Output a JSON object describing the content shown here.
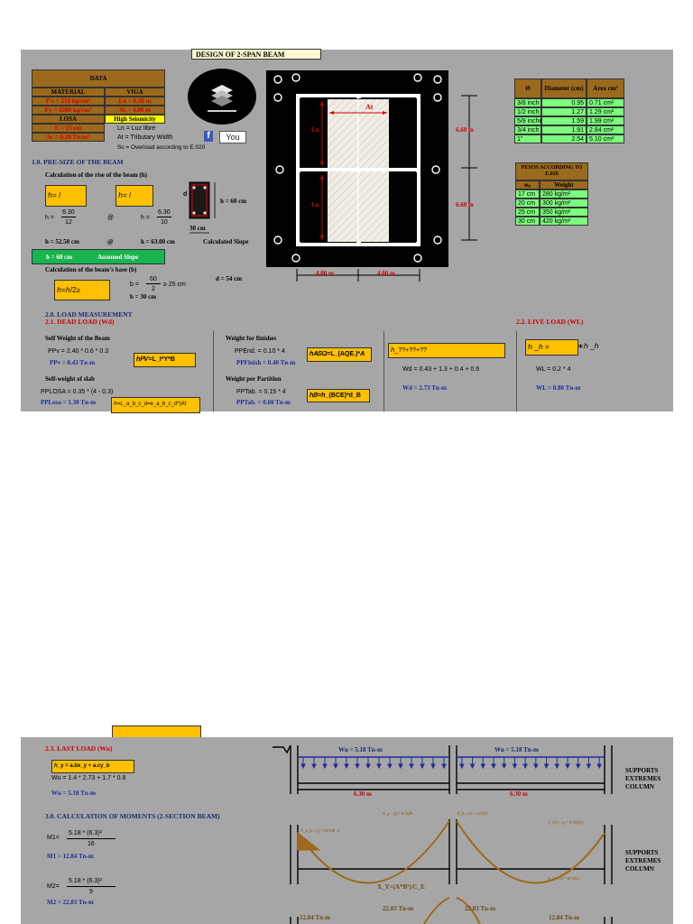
{
  "title": "DESIGN OF 2-SPAN BEAM",
  "data_table": {
    "header": "DATA",
    "col_material": "MATERIAL",
    "col_viga": "VIGA",
    "fc": "F'c = 210 kg/cm²",
    "ln": "Ln = 6.30 m",
    "fy": "Fy = 4200 kg/cm²",
    "at": "At = 4.00 m",
    "losa": "LOSA",
    "seismic": "High Seismicity",
    "e": "E = 25 cm",
    "sc": "Sc = 0.20 Tn/m²",
    "note_ln": "Ln = Luz libre",
    "note_at": "At = Tributary Width",
    "note_sc": "Sc = Overload according to E.020"
  },
  "social": {
    "fb": "f",
    "yt": "You"
  },
  "plan": {
    "at_label": "At",
    "ln_top": "Ln",
    "ln_bottom": "Ln",
    "dim_right_top": "6.60 m",
    "dim_right_bottom": "6.60 m",
    "dim_bottom_left": "4.00 m",
    "dim_bottom_right": "4.00 m"
  },
  "diameter_table": {
    "headers": [
      "Ø",
      "Diameter (cm)",
      "Area cm²"
    ],
    "rows": [
      [
        "3/8 inch",
        "0.95",
        "0.71 cm²"
      ],
      [
        "1/2 inch",
        "1.27",
        "1.29 cm²"
      ],
      [
        "5/8 inches",
        "1.59",
        "1.99 cm²"
      ],
      [
        "3/4 inch",
        "1.91",
        "2.84 cm²"
      ],
      [
        "1\"",
        "2.54",
        "5.10 cm²"
      ]
    ]
  },
  "weights_table": {
    "title": "PESOS ACCORDING TO E.020",
    "headers": [
      "eₗₛ",
      "Weight"
    ],
    "rows": [
      [
        "17 cm",
        "280 kg/m²"
      ],
      [
        "20 cm",
        "300 kg/m²"
      ],
      [
        "25 cm",
        "350 kg/m²"
      ],
      [
        "30 cm",
        "420 kg/m²"
      ]
    ]
  },
  "section1": {
    "heading": "1.0. PRE-SIZE OF THE BEAM",
    "sub_h": "Calculation of the rise of the beam (h)",
    "box1": "ℎ= /",
    "box2": "ℎ= /",
    "h_eq1_num": "6.30",
    "h_eq1_den": "12",
    "h_eq2_num": "6.30",
    "h_eq2_den": "10",
    "h_prefix": "h =",
    "at_sym": "@",
    "h_res1": "h = 52.50 cm",
    "h_res2": "h = 63.00 cm",
    "calc_slope": "Calculated Slope",
    "h_beam": "h = 60 cm",
    "d_sym": "d",
    "b_dim": "30 cm",
    "green_h": "h = 60 cm",
    "green_label": "Assumed Slope",
    "sub_b": "Calculation of the beam's base (b)",
    "box_b": "ℎ=ℎ/2≥",
    "b_eq": "b =",
    "b_num": "60",
    "b_den": "2",
    "b_cmp": "≥ 25 cm",
    "b_res": "b = 30 cm",
    "d_res": "d = 54 cm"
  },
  "section2": {
    "heading": "2.0. LOAD MEASUREMENT",
    "dead": "2.1. DEAD LOAD (Wd)",
    "live": "2.2. LIVE LOAD (WL)",
    "self_beam": "Self Weight of the Beam",
    "ppv_eq": "PPv = 2.40 * 0.6 * 0.3",
    "ppv_res": "PPv = 0.43 Tn-m",
    "ppv_box": "ℎ𝑃𝑉=L_I*Y*B",
    "self_slab": "Self-weight of slab",
    "pp_losa_eq": "PPLOSA = 0.35 * (4 - 0.3)",
    "pp_losa_res": "PPLosa = 1.30 Tn-m",
    "slab_box": "ℎ=𝐿_a_b_c_d=e_a_b_c_d*(At",
    "finishes": "Weight for finishes",
    "pp_end_eq": "PPEnd. = 0.10 * 4",
    "pp_end_res": "PPFinish = 0.40 Tn-m",
    "fin_box": "ℎ𝐴𝑆𝑄=L_(AQE.)*𝐴",
    "partition": "Weight per Partition",
    "pp_tab_eq": "PPTab. = 0.15 * 4",
    "pp_tab_res": "PPTab. = 0.60 Tn-m",
    "par_box": "ℎ𝐵=ℎ_(BCE)*d_B",
    "wd_box": "ℎ_??+??+??",
    "wd_eq": "Wd = 0.43 + 1.3 + 0.4 + 0.6",
    "wd_res": "Wd = 2.73 Tn-m",
    "wl_box": "ℎ _ℎ =",
    "wl_box_side": "∗ℎ _ℎ",
    "wl_eq": "WL = 0.2 * 4",
    "wl_res": "WL = 0.80 Tn-m"
  },
  "section23": {
    "heading": "2.3. LAST LOAD (Wu)",
    "box": "ℎ_y = a.bx_y + a.cy_b",
    "wu_eq": "Wu = 1.4 * 2.73 + 1.7 * 0.8",
    "wu_res": "Wu = 5.18 Tn-m"
  },
  "section3": {
    "heading": "3.0. CALCULATION OF MOMENTS (2-SECTION BEAM)",
    "m1_prefix": "M1=",
    "m1_num": "5.18 * (6.3)²",
    "m1_den": "16",
    "m1_res": "M1 = 12.84 Tn-m",
    "m2_prefix": "M2=",
    "m2_num": "5.18 * (6.3)²",
    "m2_den": "9",
    "m2_res": "M2 = 22.83 Tn-m"
  },
  "beam_diagram": {
    "wu_left": "Wu = 5.18 Tn-m",
    "wu_right": "Wu = 5.18 Tn-m",
    "span_left": "6.30 m",
    "span_right": "6.30 m",
    "supports": "SUPPORTS EXTREMES COLUMN",
    "supports2": "SUPPORTS EXTREMES COLUMN",
    "f_left": "ℎ_a_b = (y * h)^2/b_d",
    "f_mid_left": "X_y = (y * b^2)/b",
    "f_mid_right": "𝑋_b = (m * e^2)/t",
    "f_right": "ℓ_(ℎ) = (y * b^2)/(ℎ)",
    "f_bottom_center": "X_Y=(A*B²)/C_E",
    "f_bottom_right": "X_Y = (A * B^2)/C",
    "m_bl": "12.84 Tn-m",
    "m_bc1": "22.83 Tn-m",
    "m_bc2": "22.83 Tn-m",
    "m_br": "12.84 Tn-m"
  }
}
